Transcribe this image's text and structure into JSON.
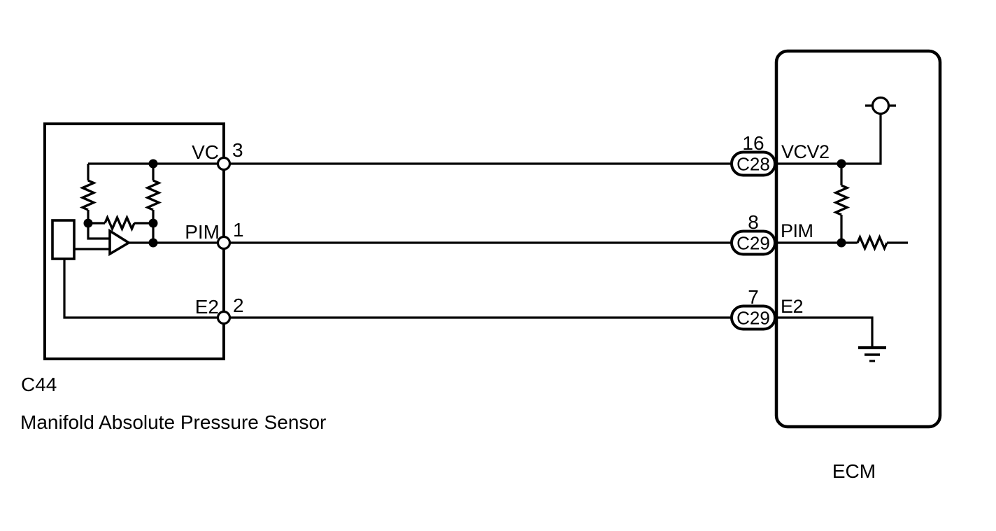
{
  "colors": {
    "line": "#000000",
    "text": "#000000",
    "background": "#ffffff"
  },
  "sensor": {
    "code": "C44",
    "name": "Manifold Absolute Pressure Sensor",
    "terminals": [
      {
        "label": "VC",
        "pin": "3"
      },
      {
        "label": "PIM",
        "pin": "1"
      },
      {
        "label": "E2",
        "pin": "2"
      }
    ]
  },
  "ecm": {
    "label": "ECM",
    "rows": [
      {
        "pin": "16",
        "connector": "C28",
        "signal": "VCV2"
      },
      {
        "pin": "8",
        "connector": "C29",
        "signal": "PIM"
      },
      {
        "pin": "7",
        "connector": "C29",
        "signal": "E2"
      }
    ]
  },
  "icons": {
    "power": "power-supply-icon",
    "ground": "ground-icon",
    "amplifier": "op-amp-icon",
    "resistor": "resistor-icon"
  }
}
